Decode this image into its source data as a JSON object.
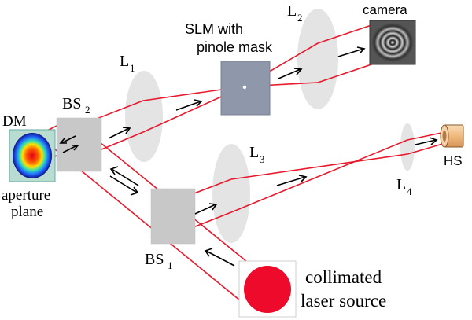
{
  "labels": {
    "dm": "DM",
    "aperture": "aperture",
    "plane": "plane",
    "bs2": "BS",
    "bs2_sub": "2",
    "bs1": "BS",
    "bs1_sub": "1",
    "l1": "L",
    "l1_sub": "1",
    "l2": "L",
    "l2_sub": "2",
    "l3": "L",
    "l3_sub": "3",
    "l4": "L",
    "l4_sub": "4",
    "slm_line1": "SLM with",
    "slm_line2": "pinole mask",
    "camera": "camera",
    "hs": "HS",
    "source_line1": "collimated",
    "source_line2": "laser source"
  },
  "colors": {
    "beam": "#e8192c",
    "laser": "#ee0a2a",
    "lens": "#e4e4e4",
    "splitter": "#c8c8c8",
    "slm": "#8f98aa",
    "hs_body": "#f3c89a"
  }
}
